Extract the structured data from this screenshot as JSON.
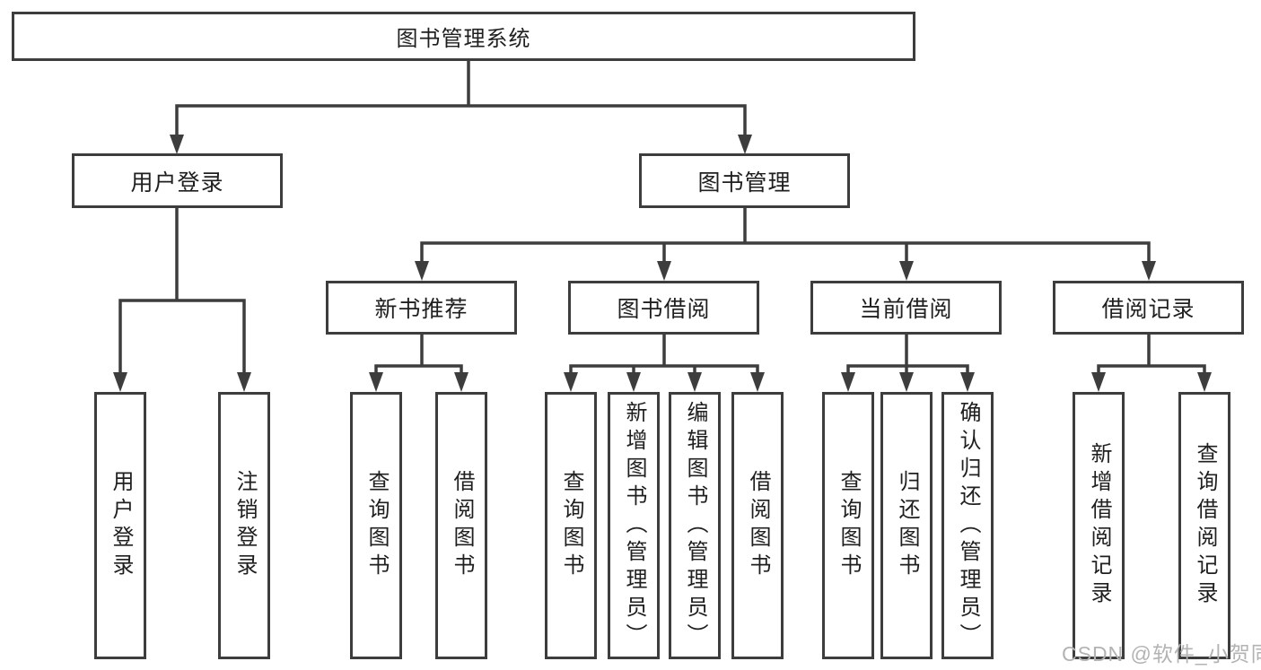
{
  "diagram": {
    "root": {
      "label": "图书管理系统"
    },
    "branches": [
      {
        "label": "用户登录",
        "children": [
          {
            "label": "用户登录"
          },
          {
            "label": "注销登录"
          }
        ]
      },
      {
        "label": "图书管理",
        "children": [
          {
            "label": "新书推荐",
            "children": [
              {
                "label": "查询图书"
              },
              {
                "label": "借阅图书"
              }
            ]
          },
          {
            "label": "图书借阅",
            "children": [
              {
                "label": "查询图书"
              },
              {
                "label": "新增图书（管理员）"
              },
              {
                "label": "编辑图书（管理员）"
              },
              {
                "label": "借阅图书"
              }
            ]
          },
          {
            "label": "当前借阅",
            "children": [
              {
                "label": "查询图书"
              },
              {
                "label": "归还图书"
              },
              {
                "label": "确认归还（管理员）"
              }
            ]
          },
          {
            "label": "借阅记录",
            "children": [
              {
                "label": "新增借阅记录"
              },
              {
                "label": "查询借阅记录"
              }
            ]
          }
        ]
      }
    ],
    "watermark": "CSDN @软件_小贺同学",
    "colors": {
      "line": "#3d3d3d",
      "text": "#1f1f1f",
      "background": "#ffffff",
      "watermark": "#b3b3b3"
    }
  }
}
